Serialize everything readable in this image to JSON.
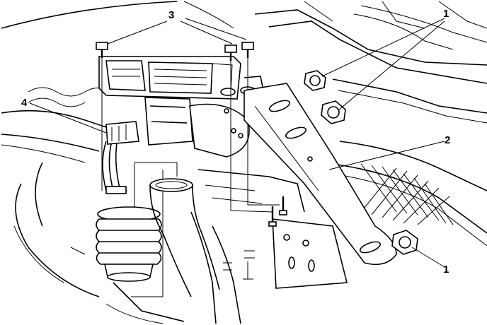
{
  "callouts": {
    "label_3": "3",
    "label_1_top": "1",
    "label_4": "4",
    "label_2": "2",
    "label_1_bottom": "1"
  },
  "colors": {
    "line": "#000000",
    "background": "#ffffff"
  }
}
